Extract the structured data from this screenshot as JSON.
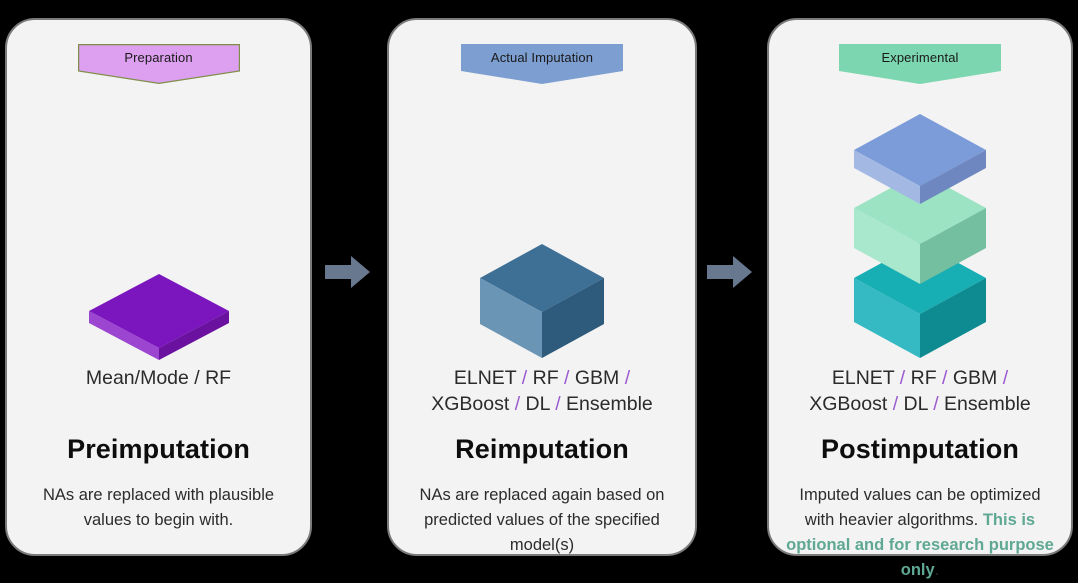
{
  "diagram": {
    "background_color": "#000000",
    "card_fill": "#F3F3F3",
    "accent_separator_color": "#9B59D0",
    "accent_highlight_color": "#5FA893",
    "arrow_color": "#68798F"
  },
  "stages": [
    {
      "banner_label": "Preparation",
      "banner_fill": "#DDA0F0",
      "banner_stroke": "#7F8F4A",
      "models_line1_parts": [
        "Mean/Mode / RF"
      ],
      "models_text": "Mean/Mode / RF",
      "title": "Preimputation",
      "description": "NAs are replaced with plausible values to begin with.",
      "shape": {
        "name": "purple-slab",
        "top_color": "#7B16BE",
        "left_color": "#9B45D0",
        "right_color": "#6A119F"
      }
    },
    {
      "banner_label": "Actual Imputation",
      "banner_fill": "#7C9ED1",
      "banner_stroke": "#7C9ED1",
      "models_line1": "ELNET / RF/ GBM /",
      "models_line2": "XGBoost / DL / Ensemble",
      "title": "Reimputation",
      "description": "NAs are replaced again based on predicted values of the specified model(s)",
      "shape": {
        "name": "steel-blue-cube",
        "top_color": "#3E7096",
        "left_color": "#6B95B5",
        "right_color": "#2E5A7C"
      }
    },
    {
      "banner_label": "Experimental",
      "banner_fill": "#7CD6B0",
      "banner_stroke": "#7CD6B0",
      "models_line1": "ELNET / RF/ GBM /",
      "models_line2": "XGBoost / DL / Ensemble",
      "title": "Postimputation",
      "description_plain_1": "Imputed values can be optimized with heavier algorithms. ",
      "description_accent": "This is optional and for research purpose only",
      "description_plain_2": ".",
      "shape": {
        "name": "stacked-blocks",
        "blocks": [
          {
            "label": "top-slab",
            "top_color": "#7B9BD9",
            "left_color": "#A3B9E3",
            "right_color": "#6F87C0"
          },
          {
            "label": "middle-block",
            "top_color": "#9CE3C4",
            "left_color": "#A9E8CC",
            "right_color": "#74BFA0"
          },
          {
            "label": "bottom-block",
            "top_color": "#17AEB4",
            "left_color": "#35B9C2",
            "right_color": "#0D8B90"
          }
        ]
      }
    }
  ],
  "connectors": [
    {
      "name": "arrow-stage1-to-stage2",
      "glyph": "arrow-right-icon"
    },
    {
      "name": "arrow-stage2-to-stage3",
      "glyph": "arrow-right-icon"
    }
  ],
  "model_tokens": {
    "line1": [
      "ELNET",
      "/",
      " RF",
      "/",
      " GBM",
      "/"
    ],
    "line2": [
      "XGBoost",
      "/",
      " DL",
      "/",
      " Ensemble"
    ]
  }
}
